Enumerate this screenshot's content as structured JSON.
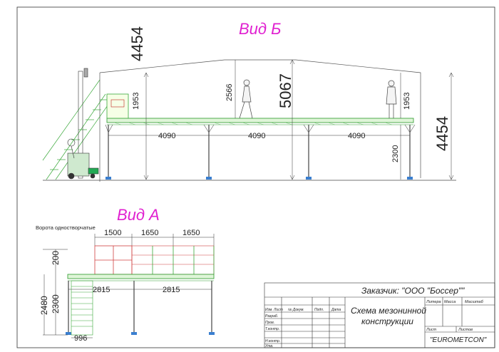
{
  "views": {
    "b_title": "Вид Б",
    "a_title": "Вид А"
  },
  "view_b": {
    "dim_height_left": "4454",
    "dim_height_right": "4454",
    "dim_1953_left": "1953",
    "dim_1953_right": "1953",
    "dim_2566": "2566",
    "dim_5067": "5067",
    "dim_2300": "2300",
    "spans": [
      "4090",
      "4090",
      "4090"
    ]
  },
  "view_a": {
    "gate_label": "Ворота одностворчатые",
    "top_dims": [
      "1500",
      "1650",
      "1650"
    ],
    "bottom_dims": [
      "2815",
      "2815"
    ],
    "dim_200": "200",
    "dim_2480": "2480",
    "dim_2300": "2300",
    "dim_996": "996"
  },
  "title_block": {
    "customer": "Заказчик: \"ООО \"Боссер\"\"",
    "scheme_line1": "Схема мезонинной",
    "scheme_line2": "конструкции",
    "company": "\"EUROMETCON\"",
    "col_izm": "Изм.",
    "col_list": "Лист",
    "col_doc": "№ Докум.",
    "col_sign": "Подп.",
    "col_date": "Дата",
    "row_razrab": "Разраб.",
    "row_prov": "Пров.",
    "row_tkontr": "Т.контр.",
    "row_nkontr": "Н.контр.",
    "row_utv": "Утв.",
    "hdr_litera": "Литера",
    "hdr_massa": "Масса",
    "hdr_masshtab": "Масштаб",
    "hdr_list": "Лист",
    "hdr_listov": "Листов"
  }
}
